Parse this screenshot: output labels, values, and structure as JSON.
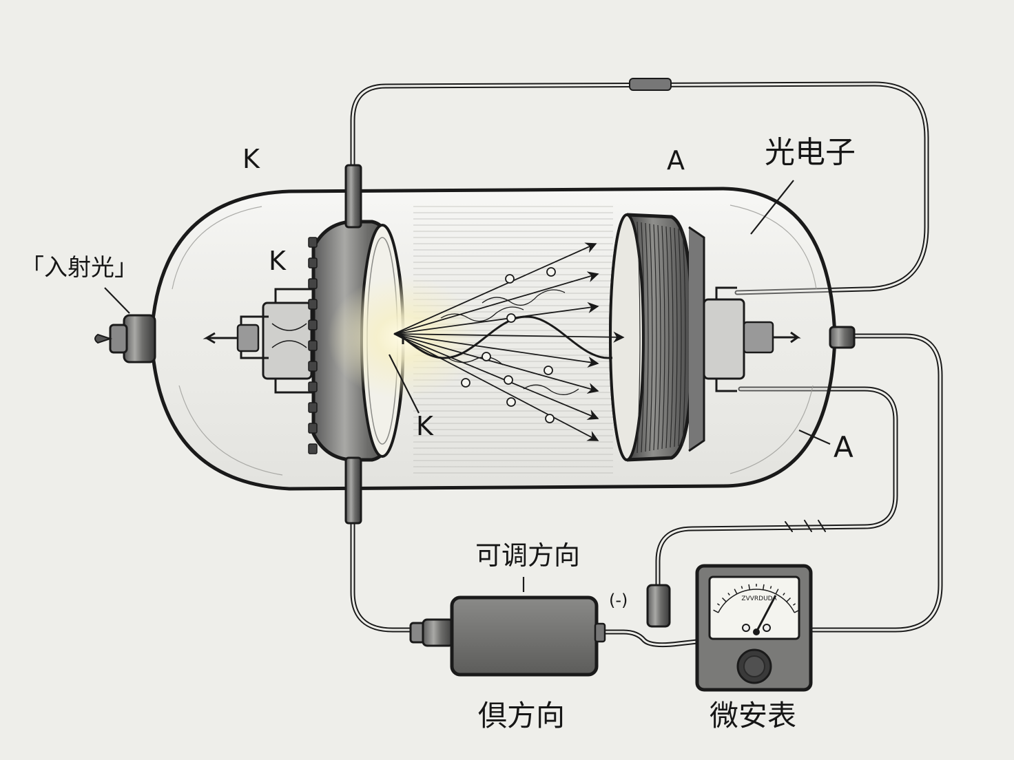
{
  "labels": {
    "top_k": "K",
    "top_a": "A",
    "photoelectron": "光电子",
    "incident_light": "「入射光」",
    "cathode_upper": "K",
    "cathode_lower": "K",
    "anode_right": "A",
    "adjustable_direction": "可调方向",
    "polarity_mark": "(-)",
    "reverse_direction": "倶方向",
    "microammeter": "微安表"
  },
  "meter": {
    "brand": "ZVVRDUDA",
    "needle_fraction": 0.72
  },
  "colors": {
    "ink": "#1a1a1a",
    "paper": "#eeeeea",
    "glow": "#f6f0c8"
  }
}
